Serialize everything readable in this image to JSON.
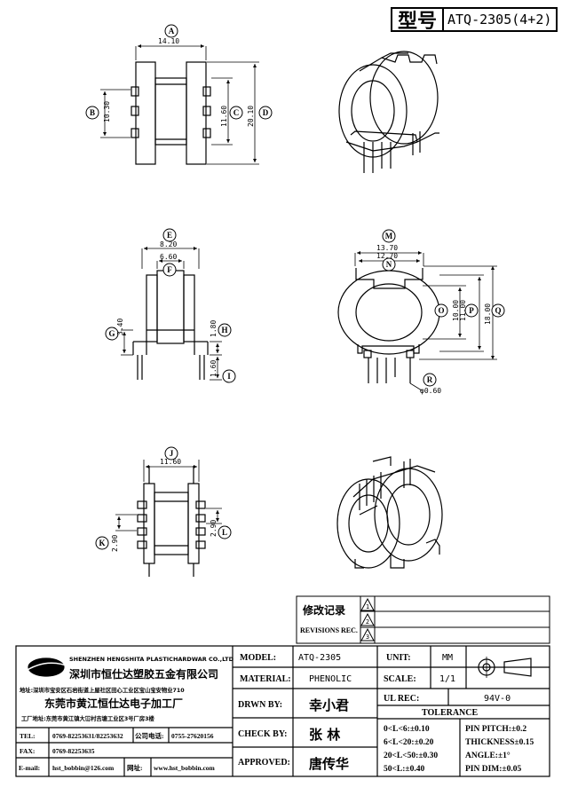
{
  "header": {
    "model_label": "型号",
    "model_value": "ATQ-2305(4+2)"
  },
  "dims": {
    "A": "A",
    "B": "B",
    "C": "C",
    "D": "D",
    "E": "E",
    "F": "F",
    "G": "G",
    "H": "H",
    "I": "I",
    "J": "J",
    "K": "K",
    "L": "L",
    "M": "M",
    "N": "N",
    "O": "O",
    "P": "P",
    "Q": "Q",
    "R": "R",
    "v1410": "14.10",
    "v1030": "10.30",
    "v1160a": "11.60",
    "v2010": "20.10",
    "v820": "8.20",
    "v660": "6.60",
    "v340": "3.40",
    "v180": "1.80",
    "v160": "1.60",
    "v1370": "13.70",
    "v1270": "12.70",
    "v1000": "10.00",
    "v1100": "11.00",
    "v1800": "18.00",
    "v060": "φ0.60",
    "v1160b": "11.60",
    "v290a": "2.90",
    "v290b": "2.90"
  },
  "revisions": {
    "title": "修改记录",
    "subtitle": "REVISIONS REC.",
    "marks": [
      "1",
      "2",
      "3"
    ]
  },
  "company": {
    "name_en": "SHENZHEN HENGSHITA PLASTICHARDWAR CO.,LTD",
    "name_cn": "深圳市恒仕达塑胶五金有限公司",
    "address": "地址:深圳市宝安区石岩街道上屋社区田心工业区宝山宝安物业710",
    "factory_name": "东莞市黄江恒仕达电子加工厂",
    "factory_address": "工厂地址:东莞市黄江镇大冚村吉塘工业区3号厂房3楼",
    "tel_label": "TEL:",
    "tel": "0769-82253631/82253632",
    "company_phone_label": "公司电话:",
    "company_phone": "0755-27620156",
    "fax_label": "FAX:",
    "fax": "0769-82253635",
    "email_label": "E-mail:",
    "email": "hst_bobbin@126.com",
    "web_label": "网址:",
    "web": "www.hst_bobbin.com"
  },
  "spec": {
    "model_label": "MODEL:",
    "model": "ATQ-2305",
    "material_label": "MATERIAL:",
    "material": "PHENOLIC",
    "drawn_label": "DRWN BY:",
    "drawn": "幸小君",
    "check_label": "CHECK BY:",
    "check": "张  林",
    "approved_label": "APPROVED:",
    "approved": "唐传华",
    "unit_label": "UNIT:",
    "unit": "MM",
    "scale_label": "SCALE:",
    "scale": "1/1",
    "ulrec_label": "UL REC:",
    "ulrec": "94V-0",
    "tolerance_label": "TOLERANCE",
    "tol": [
      "0<L<6:±0.10",
      "6<L<20:±0.20",
      "20<L<50:±0.30",
      "50<L:±0.40"
    ],
    "pin": [
      "PIN PITCH:±0.2",
      "THICKNESS±0.15",
      "ANGLE:±1°",
      "PIN DIM:±0.05"
    ]
  }
}
